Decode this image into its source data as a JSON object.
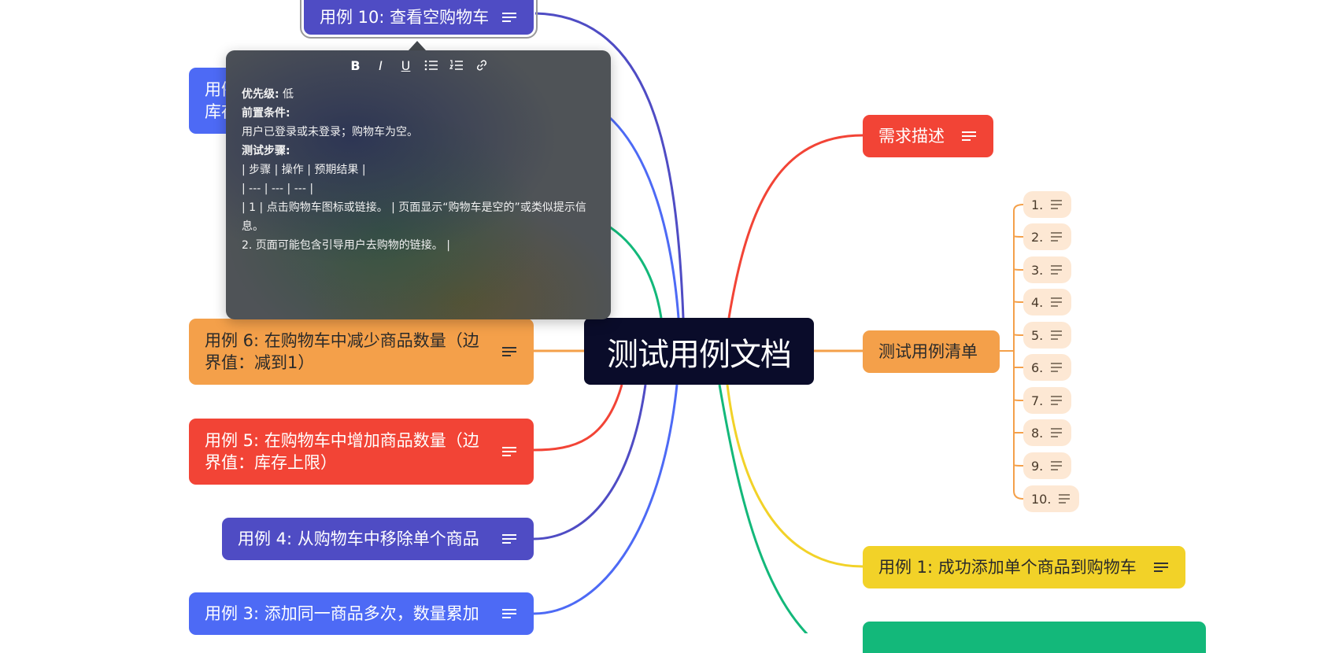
{
  "colors": {
    "red": "#f24436",
    "orange": "#f4a04a",
    "yellow": "#f2d228",
    "green": "#13b87a",
    "blue": "#4d6af5",
    "indigo": "#4f4cc4",
    "root": "#0a0c2a"
  },
  "root": {
    "label": "测试用例文档"
  },
  "right": {
    "req": {
      "label": "需求描述"
    },
    "list": {
      "label": "测试用例清单"
    },
    "list_items": [
      "1.",
      "2.",
      "3.",
      "4.",
      "5.",
      "6.",
      "7.",
      "8.",
      "9.",
      "10."
    ],
    "case1": {
      "label": "用例 1: 成功添加单个商品到购物车"
    }
  },
  "left": {
    "case10": {
      "label": "用例 10: 查看空购物车"
    },
    "partial": {
      "label": "用例\n库存"
    },
    "case6": {
      "label": "用例 6: 在购物车中减少商品数量（边界值：减到1）"
    },
    "case5": {
      "label": "用例 5: 在购物车中增加商品数量（边界值：库存上限）"
    },
    "case4": {
      "label": "用例 4: 从购物车中移除单个商品"
    },
    "case3": {
      "label": "用例 3: 添加同一商品多次，数量累加"
    }
  },
  "note_popup": {
    "toolbar": [
      "bold",
      "italic",
      "underline",
      "bullet-list",
      "numbered-list",
      "link"
    ],
    "priority_label": "优先级:",
    "priority_value": " 低",
    "precondition_label": "前置条件:",
    "precondition_value": "用户已登录或未登录；购物车为空。",
    "steps_label": "测试步骤:",
    "table_header": "| 步骤 | 操作 | 预期结果 |",
    "table_sep": "| --- | --- | --- |",
    "row1": "| 1 | 点击购物车图标或链接。 | 页面显示“购物车是空的”或类似提示信息。",
    "row2": "2. 页面可能包含引导用户去购物的链接。 |"
  },
  "icons": {
    "note": "note-lines-icon"
  }
}
